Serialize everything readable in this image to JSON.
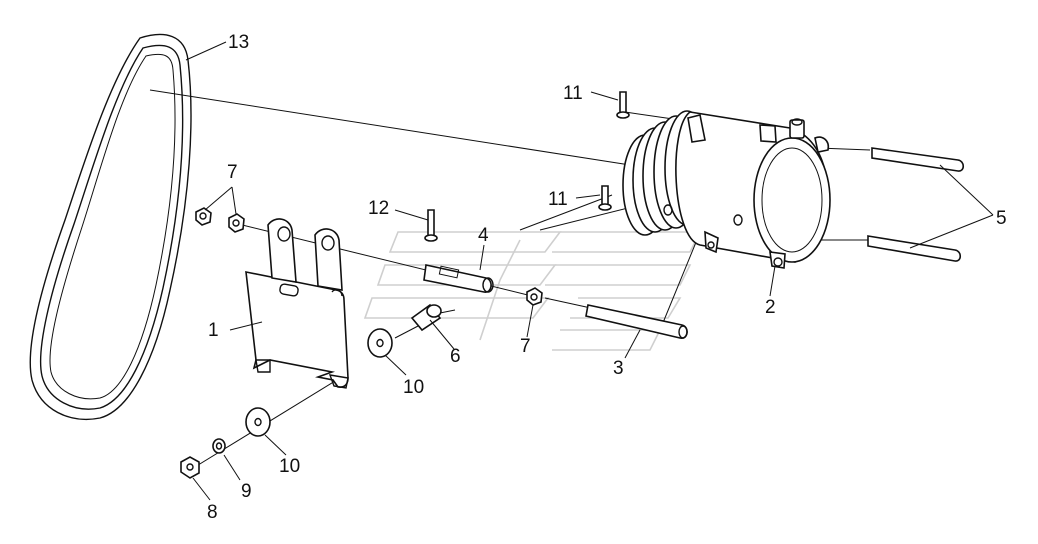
{
  "diagram": {
    "callouts": {
      "c1": "1",
      "c2": "2",
      "c3": "3",
      "c4": "4",
      "c5": "5",
      "c6": "6",
      "c7a": "7",
      "c7b": "7",
      "c8": "8",
      "c9": "9",
      "c10a": "10",
      "c10b": "10",
      "c11a": "11",
      "c11b": "11",
      "c12": "12",
      "c13": "13"
    }
  },
  "colors": {
    "line": "#111111",
    "background": "#ffffff",
    "watermark": "#cfcfcf"
  }
}
